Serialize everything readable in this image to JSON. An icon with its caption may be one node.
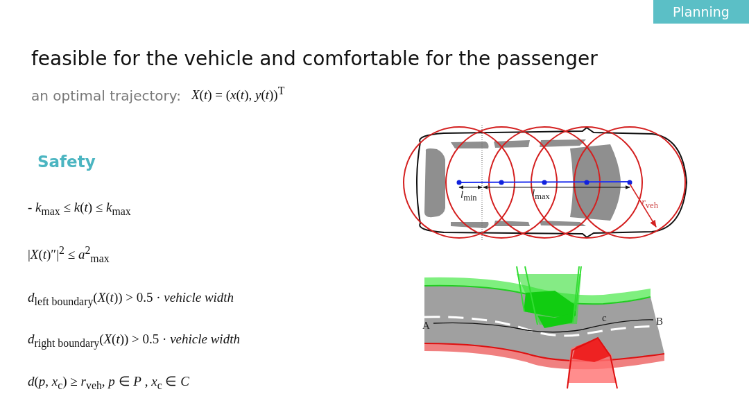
{
  "diagram": {
    "title": "feasible for the vehicle and comfortable for the passenger",
    "nodes": [
      {
        "text": [
          "Planning"
        ]
      }
    ],
    "labels": [
      "an optimal trajectory:",
      "*X*(*t*) = (*x*(*t*), *y*(*t*))$^{T}$",
      "Safety",
      "- *k*$_{max}$ ≤ *k*(*t*) ≤ *k*$_{max}$",
      "|*X*(*t*)″|$^{2}$ ≤ *a*$^{2}$$_{max}$",
      "*d*$_{left boundary}$(*X*(*t*)) > 0.5  · *vehicle width*",
      "*d*$_{right boundary}$(*X*(*t*)) > 0.5  · *vehicle width*",
      "*d*(*p*, *x*$_{c}$) ≥ *r*$_{veh}$, *p* ∈ *P* , *x*$_{c}$ ∈ *C*",
      "*l*$_{min}$",
      "*l*$_{max}$",
      "*r*$_{veh}$",
      "A",
      "c",
      "B"
    ]
  }
}
